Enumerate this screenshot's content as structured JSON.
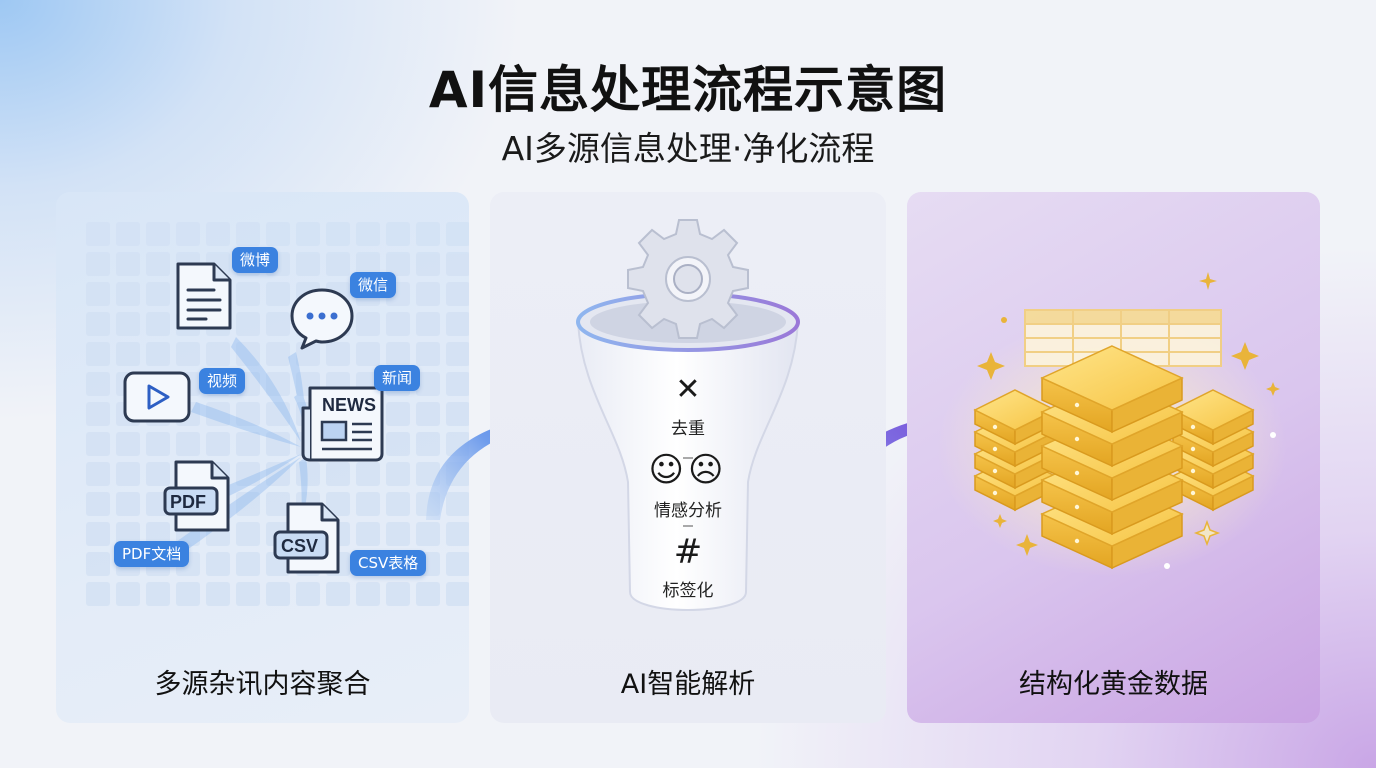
{
  "title": "AI信息处理流程示意图",
  "subtitle": "AI多源信息处理·净化流程",
  "panels": [
    {
      "label": "多源杂讯内容聚合",
      "sources": [
        {
          "icon": "document-icon",
          "tag": "微博"
        },
        {
          "icon": "chat-bubble-icon",
          "tag": "微信"
        },
        {
          "icon": "video-play-icon",
          "tag": "视频"
        },
        {
          "icon": "newspaper-icon",
          "icon_text": "NEWS",
          "tag": "新闻"
        },
        {
          "icon": "pdf-file-icon",
          "icon_text": "PDF",
          "tag": "PDF文档"
        },
        {
          "icon": "csv-file-icon",
          "icon_text": "CSV",
          "tag": "CSV表格"
        }
      ]
    },
    {
      "label": "AI智能解析",
      "steps": [
        {
          "icon": "cross-icon",
          "symbol": "✕",
          "label": "去重"
        },
        {
          "icon": "smile-frown-icon",
          "symbol": "☺☹",
          "label": "情感分析"
        },
        {
          "icon": "hash-icon",
          "symbol": "#",
          "label": "标签化"
        }
      ]
    },
    {
      "label": "结构化黄金数据"
    }
  ],
  "colors": {
    "accent_blue": "#3b82e0",
    "arrow_start": "#8fb9f0",
    "arrow_end": "#6a52d8",
    "gold": "#f2c443",
    "purple": "#b98ae0"
  }
}
